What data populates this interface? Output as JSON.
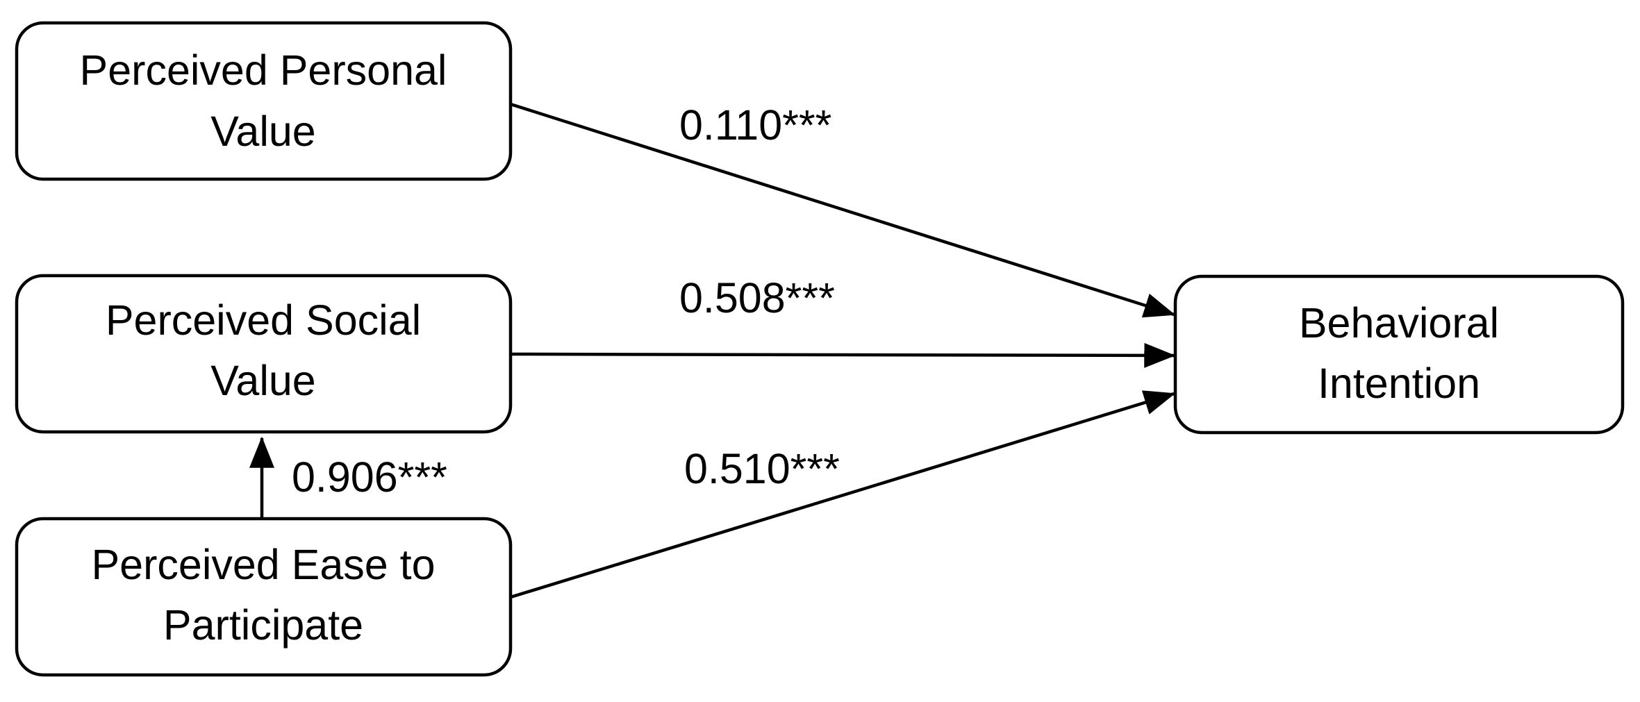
{
  "nodes": {
    "personal_value": {
      "line1": "Perceived Personal",
      "line2": "Value"
    },
    "social_value": {
      "line1": "Perceived Social",
      "line2": "Value"
    },
    "ease": {
      "line1": "Perceived Ease to",
      "line2": "Participate"
    },
    "intention": {
      "line1": "Behavioral",
      "line2": "Intention"
    }
  },
  "edges": {
    "personal_to_intention": "0.110***",
    "social_to_intention": "0.508***",
    "ease_to_intention": "0.510***",
    "ease_to_social": "0.906***"
  },
  "colors": {
    "stroke": "#000000",
    "background": "#ffffff"
  }
}
